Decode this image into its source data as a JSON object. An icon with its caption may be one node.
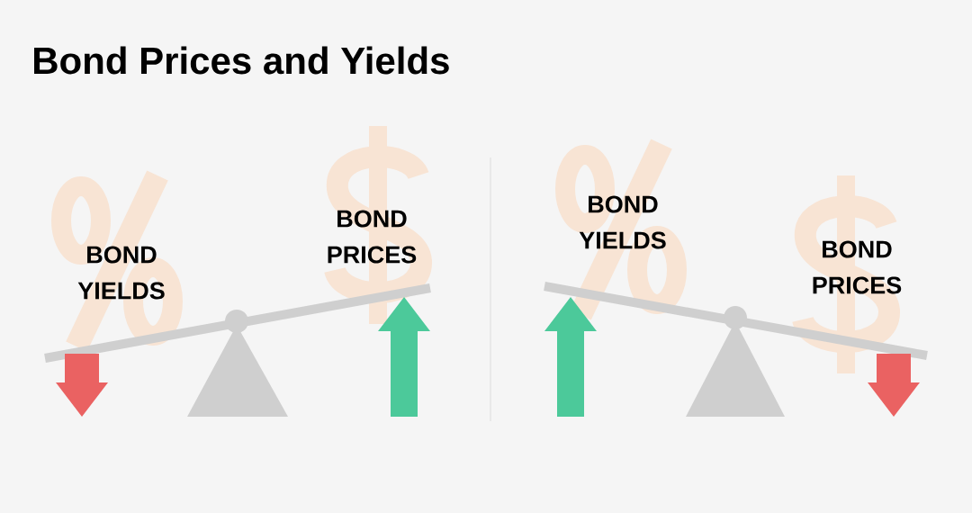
{
  "diagram": {
    "title": "Bond Prices and Yields",
    "labels": [
      "BOND YIELDS",
      "BOND PRICES",
      "BOND YIELDS",
      "BOND PRICES"
    ]
  }
}
